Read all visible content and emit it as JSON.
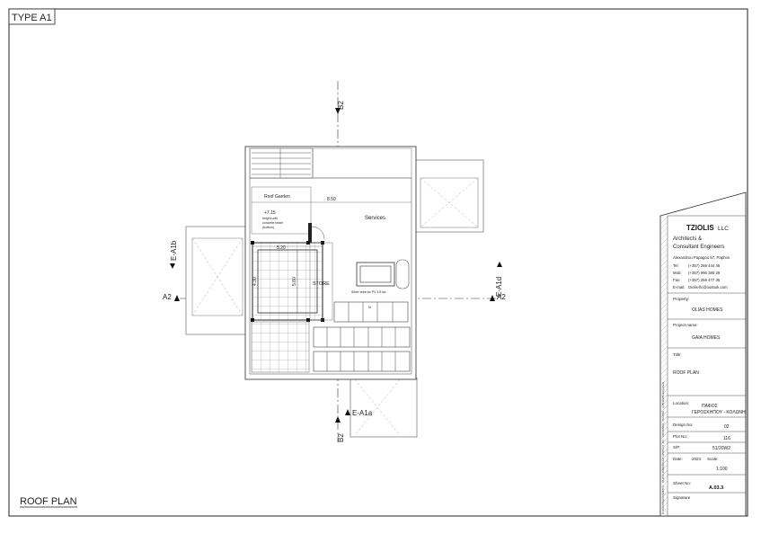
{
  "sheet": {
    "type_label": "TYPE A1",
    "drawing_title": "ROOF PLAN"
  },
  "plan": {
    "sections": {
      "b2_top": "B2",
      "b2_bottom": "B2",
      "a2_left": "A2",
      "a2_right": "A2",
      "e_a1b": "E-A1b",
      "e_a1d": "E-A1d",
      "e_a1a": "E-A1a"
    },
    "rooms": {
      "roof_garden": "Roof Garden",
      "services": "Services",
      "store": "STORE"
    },
    "dimensions": {
      "width_top": "8.50",
      "width_stair": "5.20",
      "height_left": "4.30",
      "height_right": "5.80",
      "level": "+7.15"
    },
    "notes": {
      "level_note_1": "height until",
      "level_note_2": "concrete beam",
      "level_note_3": "(bottom)",
      "pv_note": "Silver area for PV 3.8 kw",
      "n": "N"
    }
  },
  "title_block": {
    "firm": "TZIOLIS",
    "firm_suffix": "LLC",
    "firm_desc_1": "Architects &",
    "firm_desc_2": "Consultant Engineers",
    "address": "Alexandrou Papagou 57, Paphos",
    "tel_label": "Tel:",
    "tel": "(+357) 269 444 45",
    "mob_label": "Mob:",
    "mob": "(+357) 996 380 29",
    "fax_label": "Fax:",
    "fax": "(+357) 269 477 35",
    "email_label": "E-mail:",
    "email": "tziolis-llc@outlook.com",
    "property_label": "Property:",
    "property": "OLIAS HOMES",
    "project_label": "Project name:",
    "project": "GAIA HOMES",
    "title_label": "Title:",
    "title": "ROOF PLAN",
    "location_label": "Location:",
    "location_1": "ΠΑΦΟΣ",
    "location_2": "ΓΕΡΟΣΚΗΠΟΥ - ΚΟΛΩΝΗ",
    "design_label": "Design No:",
    "design": "02",
    "plot_label": "Plot No:",
    "plot": "116",
    "sp_label": "S/P:",
    "sp": "51/20W2",
    "date_label": "Date:",
    "date": "2023",
    "scale_label": "Scale:",
    "scale": "1:100",
    "sheet_label": "Sheet No:",
    "sheet": "A.03.3",
    "signature_label": "Signature",
    "file_path": "C:\\DATA\\GERASKIPOU - OLIAS HOMES\\GAIA 116\\PLOT 116 - HOLDINGS - 5d 2023 - vpr5NOW5.dwg.sheet"
  }
}
